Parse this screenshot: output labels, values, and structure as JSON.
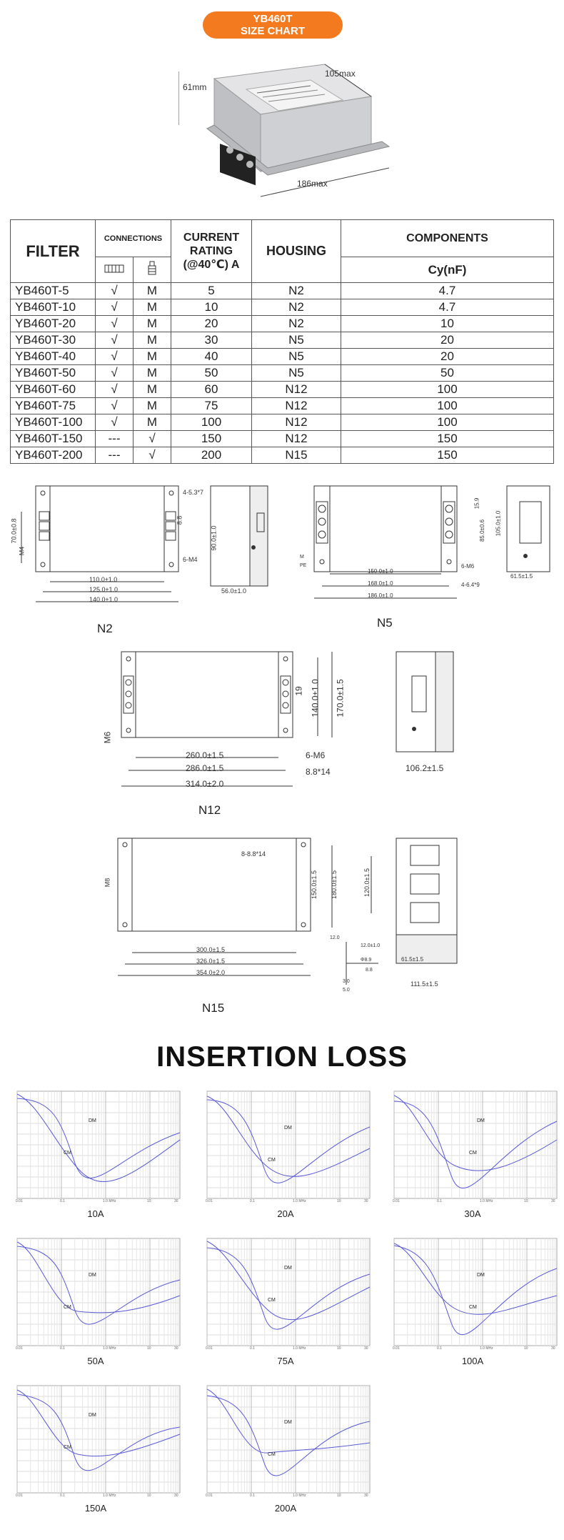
{
  "header": {
    "line1": "YB460T",
    "line2": "SIZE CHART"
  },
  "photo": {
    "height_label": "61mm",
    "width_label": "105max",
    "length_label": "186max"
  },
  "table": {
    "h_filter": "FILTER",
    "h_connections": "CONNECTIONS",
    "h_current": "CURRENT RATING (@40℃) A",
    "h_current_l1": "CURRENT",
    "h_current_l2": "RATING",
    "h_current_l3": "(@40℃) A",
    "h_housing": "HOUSING",
    "h_components": "COMPONENTS",
    "h_cy": "Cy(nF)",
    "rows": [
      {
        "filter": "YB460T-5",
        "c1": "√",
        "c2": "M",
        "current": "5",
        "housing": "N2",
        "cy": "4.7"
      },
      {
        "filter": "YB460T-10",
        "c1": "√",
        "c2": "M",
        "current": "10",
        "housing": "N2",
        "cy": "4.7"
      },
      {
        "filter": "YB460T-20",
        "c1": "√",
        "c2": "M",
        "current": "20",
        "housing": "N2",
        "cy": "10"
      },
      {
        "filter": "YB460T-30",
        "c1": "√",
        "c2": "M",
        "current": "30",
        "housing": "N5",
        "cy": "20"
      },
      {
        "filter": "YB460T-40",
        "c1": "√",
        "c2": "M",
        "current": "40",
        "housing": "N5",
        "cy": "20"
      },
      {
        "filter": "YB460T-50",
        "c1": "√",
        "c2": "M",
        "current": "50",
        "housing": "N5",
        "cy": "50"
      },
      {
        "filter": "YB460T-60",
        "c1": "√",
        "c2": "M",
        "current": "60",
        "housing": "N12",
        "cy": "100"
      },
      {
        "filter": "YB460T-75",
        "c1": "√",
        "c2": "M",
        "current": "75",
        "housing": "N12",
        "cy": "100"
      },
      {
        "filter": "YB460T-100",
        "c1": "√",
        "c2": "M",
        "current": "100",
        "housing": "N12",
        "cy": "100"
      },
      {
        "filter": "YB460T-150",
        "c1": "---",
        "c2": "√",
        "current": "150",
        "housing": "N12",
        "cy": "150"
      },
      {
        "filter": "YB460T-200",
        "c1": "---",
        "c2": "√",
        "current": "200",
        "housing": "N15",
        "cy": "150"
      }
    ]
  },
  "drawings": {
    "n2": {
      "caption": "N2",
      "d1": "110.0±1.0",
      "d2": "125.0±1.0",
      "d3": "140.0±1.0",
      "hole": "4-5.3*7",
      "m4": "6-M4",
      "side_h": "90.0±1.0",
      "side_w": "56.0±1.0",
      "h1": "70.0±0.8",
      "h2": "8.8",
      "screw": "M4"
    },
    "n5": {
      "caption": "N5",
      "d1": "150.0±1.0",
      "d2": "168.0±1.0",
      "d3": "186.0±1.0",
      "m6": "6-M6",
      "hole": "4-6.4*9",
      "h1": "85.0±0.6",
      "h2": "105.0±1.0",
      "h3": "15.9",
      "side_w": "61.5±1.5",
      "pe": "PE",
      "m": "M"
    },
    "n12": {
      "caption": "N12",
      "d1": "260.0±1.5",
      "d2": "286.0±1.5",
      "d3": "314.0±2.0",
      "m6": "6-M6",
      "hole": "8.8*14",
      "h1": "140.0±1.0",
      "h2": "170.0±1.5",
      "h3": "19",
      "side_w": "106.2±1.5",
      "screw": "M6"
    },
    "n15": {
      "caption": "N15",
      "d1": "300.0±1.5",
      "d2": "326.0±1.5",
      "d3": "354.0±2.0",
      "hole": "8-8.8*14",
      "h1": "150.0±1.5",
      "h2": "180.0±1.5",
      "h3": "120.0±1.5",
      "side_w": "61.5±1.5",
      "side_w2": "111.5±1.5",
      "screw": "M8",
      "t1": "12.0±1.0",
      "t2": "Φ8.9",
      "t3": "3.0",
      "t4": "5.0",
      "t5": "8.8",
      "t6": "12.0"
    }
  },
  "insertion_loss": {
    "title": "INSERTION LOSS",
    "graphs": [
      {
        "label": "10A"
      },
      {
        "label": "20A"
      },
      {
        "label": "30A"
      },
      {
        "label": "50A"
      },
      {
        "label": "75A"
      },
      {
        "label": "100A"
      },
      {
        "label": "150A"
      },
      {
        "label": "200A"
      }
    ],
    "dm": "DM",
    "cm": "CM",
    "x_ticks": [
      "0.01",
      "0.1",
      "1.0 MHz",
      "10",
      "30"
    ]
  },
  "colors": {
    "accent": "#f47a1f",
    "curve": "#5a5ad6"
  }
}
